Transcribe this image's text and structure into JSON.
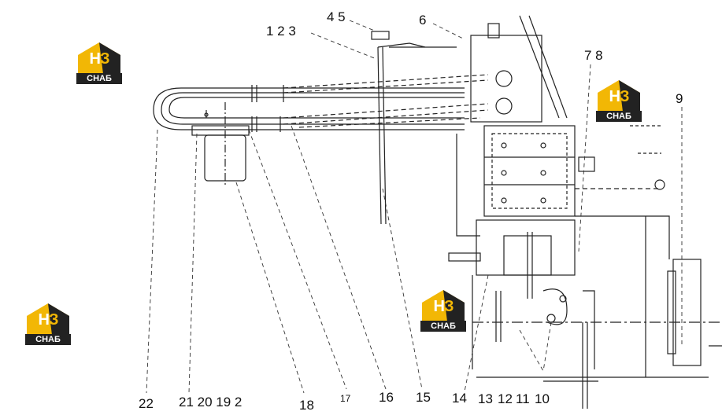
{
  "callouts": {
    "c_4_5": "4 5",
    "c_1_2_3": "1 2 3",
    "c_6": "6",
    "c_7_8": "7 8",
    "c_9": "9",
    "c_22": "22",
    "c_21_20_19_2": "21 20 19 2",
    "c_18": "18",
    "c_17": "17",
    "c_16": "16",
    "c_15": "15",
    "c_14": "14",
    "c_13": "13",
    "c_12": "12",
    "c_11": "11",
    "c_10": "10"
  },
  "watermark": {
    "brand_part1": "Н",
    "brand_part2": "З",
    "subtitle": "СНАБ",
    "accent_color": "#f2b705",
    "dark_color": "#222222"
  }
}
